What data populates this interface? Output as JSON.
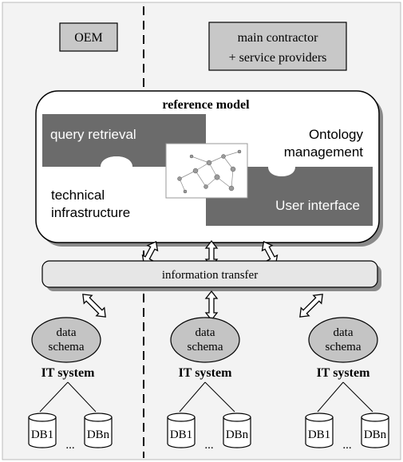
{
  "roles": {
    "oem": "OEM",
    "contractor_line1": "main contractor",
    "contractor_line2": "+ service providers"
  },
  "reference_model": {
    "title": "reference model",
    "pieces": {
      "query_retrieval": "query retrieval",
      "ontology_line1": "Ontology",
      "ontology_line2": "management",
      "technical_line1": "technical",
      "technical_line2": "infrastructure",
      "user_interface": "User interface"
    }
  },
  "information_transfer": "information transfer",
  "systems": [
    {
      "schema_line1": "data",
      "schema_line2": "schema",
      "label": "IT system",
      "db_first": "DB1",
      "ellipsis": "...",
      "db_last": "DBn"
    },
    {
      "schema_line1": "data",
      "schema_line2": "schema",
      "label": "IT system",
      "db_first": "DB1",
      "ellipsis": "...",
      "db_last": "DBn"
    },
    {
      "schema_line1": "data",
      "schema_line2": "schema",
      "label": "IT system",
      "db_first": "DB1",
      "ellipsis": "...",
      "db_last": "DBn"
    }
  ],
  "colors": {
    "background": "#f3f3f3",
    "box_gray": "#c8c8c8",
    "puzzle_dark": "#6b6b6b",
    "ellipse_gray": "#c4c4c4",
    "line": "#000000"
  }
}
